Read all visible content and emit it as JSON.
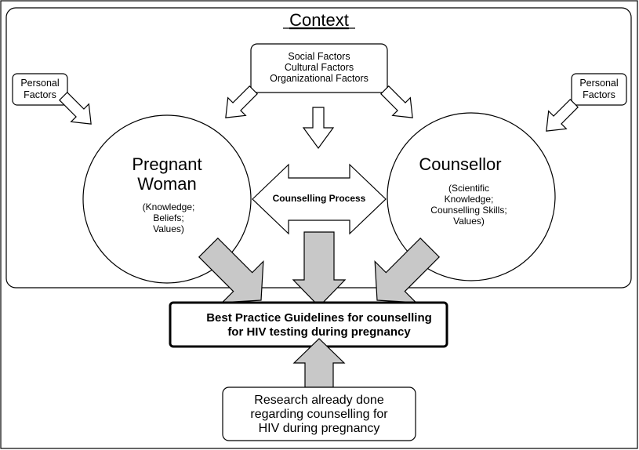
{
  "context": {
    "title": "Context"
  },
  "external_factors": {
    "lines": [
      "Social Factors",
      "Cultural Factors",
      "Organizational Factors"
    ]
  },
  "personal_factors_left": {
    "lines": [
      "Personal",
      "Factors"
    ]
  },
  "personal_factors_right": {
    "lines": [
      "Personal",
      "Factors"
    ]
  },
  "pregnant_woman": {
    "title_lines": [
      "Pregnant",
      "Woman"
    ],
    "detail_lines": [
      "(Knowledge;",
      "Beliefs;",
      "Values)"
    ]
  },
  "counsellor": {
    "title": "Counsellor",
    "detail_lines": [
      "(Scientific",
      "Knowledge;",
      "Counselling Skills;",
      "Values)"
    ]
  },
  "process": {
    "label": "Counselling Process"
  },
  "guidelines": {
    "lines": [
      "Best Practice Guidelines for counselling",
      "for HIV testing during pregnancy"
    ]
  },
  "research": {
    "lines": [
      "Research already done",
      "regarding counselling for",
      "HIV during pregnancy"
    ]
  },
  "colors": {
    "stroke": "#000000",
    "big_arrow_fill": "#c8c8c8",
    "background": "#ffffff"
  }
}
